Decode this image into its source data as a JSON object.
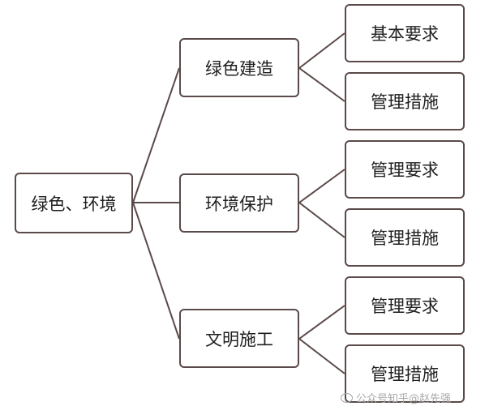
{
  "diagram": {
    "root": "绿色、环境",
    "branches": [
      {
        "label": "绿色建造",
        "children": [
          "基本要求",
          "管理措施"
        ]
      },
      {
        "label": "环境保护",
        "children": [
          "管理要求",
          "管理措施"
        ]
      },
      {
        "label": "文明施工",
        "children": [
          "管理要求",
          "管理措施"
        ]
      }
    ]
  },
  "watermark": {
    "text": "公众号知乎@赵先强",
    "icon": "wechat-icon"
  },
  "colors": {
    "line": "#5a4a49",
    "border": "#5a4a49",
    "text": "#1f1f1f",
    "watermark": "#a8a8a8"
  }
}
